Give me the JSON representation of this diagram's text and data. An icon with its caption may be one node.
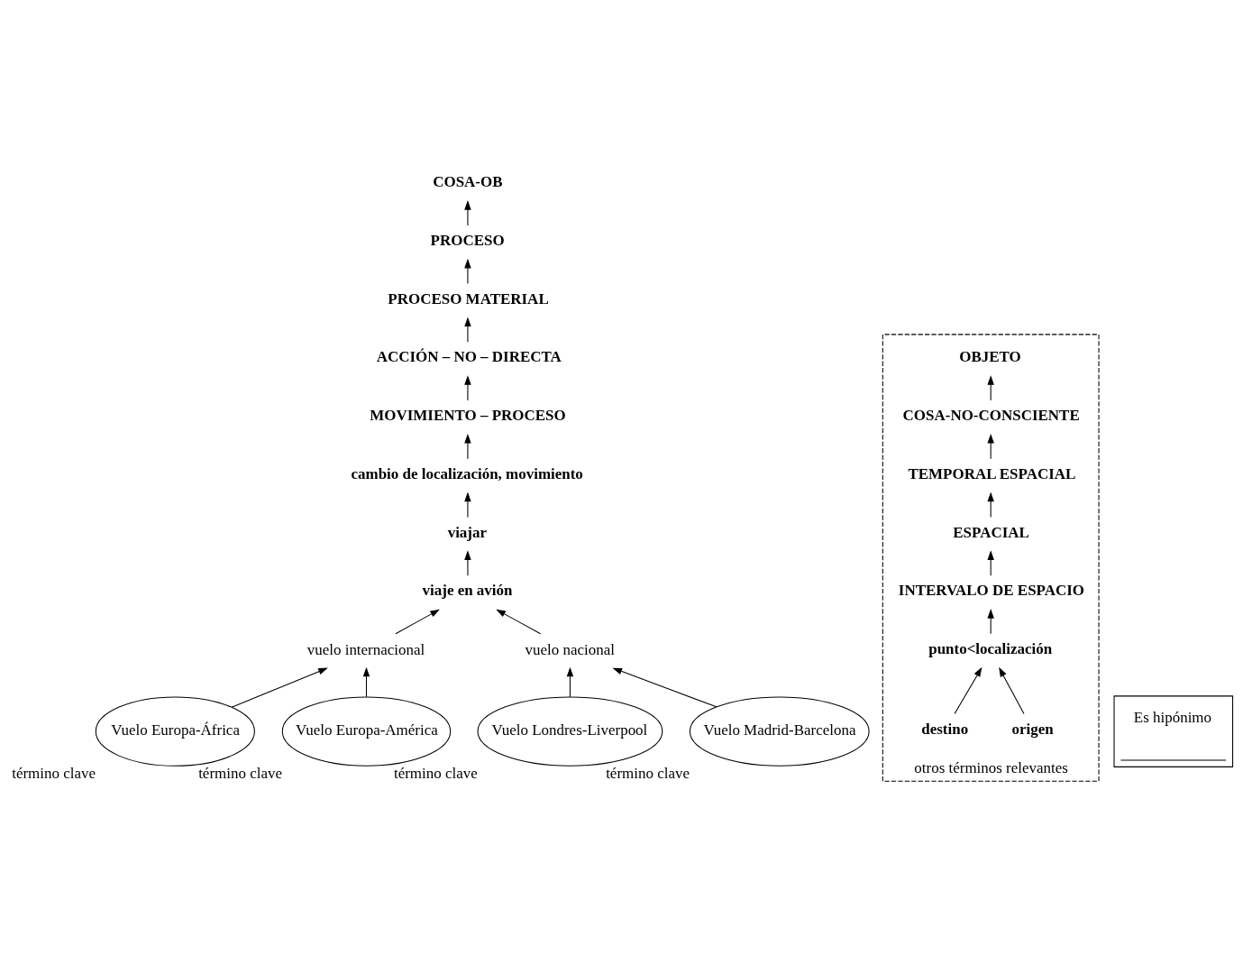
{
  "diagram": {
    "nodes": [
      {
        "text": [
          "COSA-OB"
        ]
      },
      {
        "text": [
          "PROCESO"
        ]
      },
      {
        "text": [
          "PROCESO MATERIAL"
        ]
      },
      {
        "text": [
          "ACCIÓN – NO – DIRECTA"
        ]
      },
      {
        "text": [
          "MOVIMIENTO – PROCESO"
        ]
      },
      {
        "text": [
          "cambio de localización, movimiento"
        ]
      },
      {
        "text": [
          "viajar"
        ]
      },
      {
        "text": [
          "viaje en avión"
        ]
      },
      {
        "text": [
          "vuelo internacional"
        ]
      },
      {
        "text": [
          "vuelo nacional"
        ]
      },
      {
        "text": [
          "Vuelo Europa-África"
        ],
        "beside": [
          "término clave"
        ]
      },
      {
        "text": [
          "Vuelo Europa-América"
        ],
        "beside": [
          "término clave"
        ]
      },
      {
        "text": [
          "Vuelo Londres-Liverpool"
        ],
        "beside": [
          "término clave"
        ]
      },
      {
        "text": [
          "Vuelo Madrid-Barcelona"
        ],
        "beside": [
          "término clave"
        ]
      },
      {
        "text": [
          "otros términos relevantes"
        ]
      },
      {
        "text": [
          "OBJETO"
        ],
        "in": 14
      },
      {
        "text": [
          "COSA-NO-CONSCIENTE"
        ],
        "in": 14
      },
      {
        "text": [
          "TEMPORAL ESPACIAL"
        ],
        "in": 14
      },
      {
        "text": [
          "ESPACIAL"
        ],
        "in": 14
      },
      {
        "text": [
          "INTERVALO DE ESPACIO"
        ],
        "in": 14
      },
      {
        "text": [
          "punto<localización"
        ],
        "in": 14
      },
      {
        "text": [
          "origen"
        ],
        "in": 14
      },
      {
        "text": [
          "destino"
        ],
        "in": 14
      }
    ],
    "edges": [
      {
        "from": 1,
        "to": 0,
        "arrow": "to"
      },
      {
        "from": 2,
        "to": 1,
        "arrow": "to"
      },
      {
        "from": 3,
        "to": 2,
        "arrow": "to"
      },
      {
        "from": 4,
        "to": 3,
        "arrow": "to"
      },
      {
        "from": 5,
        "to": 4,
        "arrow": "to"
      },
      {
        "from": 6,
        "to": 5,
        "arrow": "to"
      },
      {
        "from": 7,
        "to": 6,
        "arrow": "to"
      },
      {
        "from": 8,
        "to": 7,
        "arrow": "to"
      },
      {
        "from": 9,
        "to": 7,
        "arrow": "to"
      },
      {
        "from": 10,
        "to": 8,
        "arrow": "to"
      },
      {
        "from": 11,
        "to": 8,
        "arrow": "to"
      },
      {
        "from": 12,
        "to": 9,
        "arrow": "to"
      },
      {
        "from": 13,
        "to": 9,
        "arrow": "to"
      },
      {
        "from": 16,
        "to": 15,
        "arrow": "to"
      },
      {
        "from": 17,
        "to": 16,
        "arrow": "to"
      },
      {
        "from": 18,
        "to": 17,
        "arrow": "to"
      },
      {
        "from": 19,
        "to": 18,
        "arrow": "to"
      },
      {
        "from": 20,
        "to": 19,
        "arrow": "to"
      },
      {
        "from": 21,
        "to": 20,
        "arrow": "to"
      },
      {
        "from": 22,
        "to": 20,
        "arrow": "to"
      }
    ],
    "legend": [
      {
        "text": "Es hipónimo"
      }
    ]
  }
}
